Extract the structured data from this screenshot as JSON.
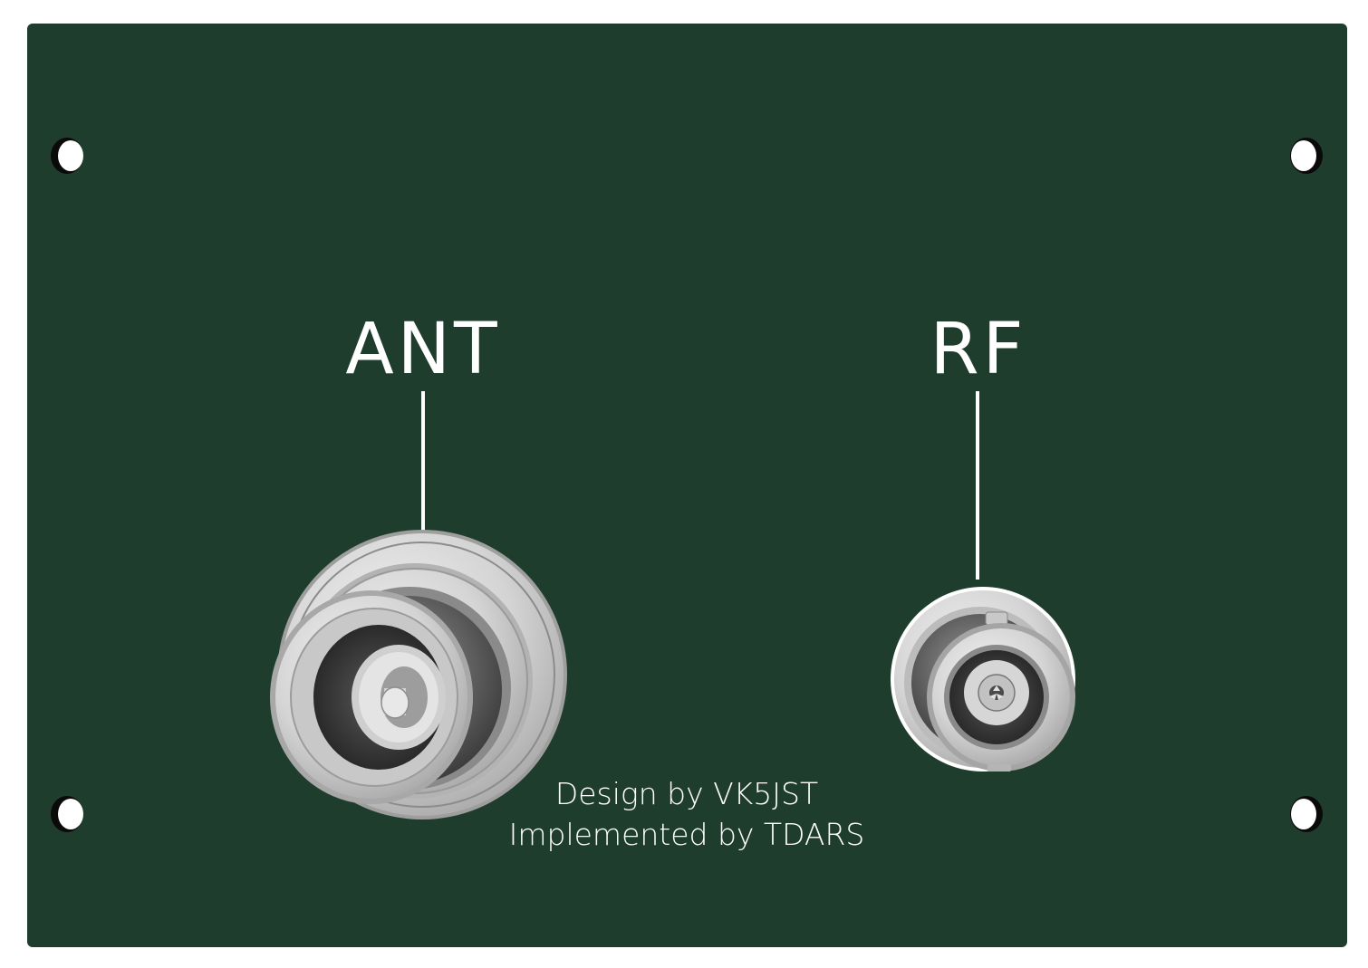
{
  "panel": {
    "color": "#1f3d2c",
    "labels": {
      "ant": "ANT",
      "rf": "RF"
    },
    "credits": {
      "line1": "Design by VK5JST",
      "line2": "Implemented by TDARS"
    }
  },
  "connectors": [
    {
      "name": "ant-bnc-connector",
      "color": "#d0d0d0"
    },
    {
      "name": "rf-bnc-connector",
      "color": "#d0d0d0"
    }
  ],
  "colors": {
    "text": "#ffffff",
    "metal_light": "#e0e0e0",
    "metal_mid": "#bdbdbd",
    "metal_dark": "#6e6e6e"
  }
}
